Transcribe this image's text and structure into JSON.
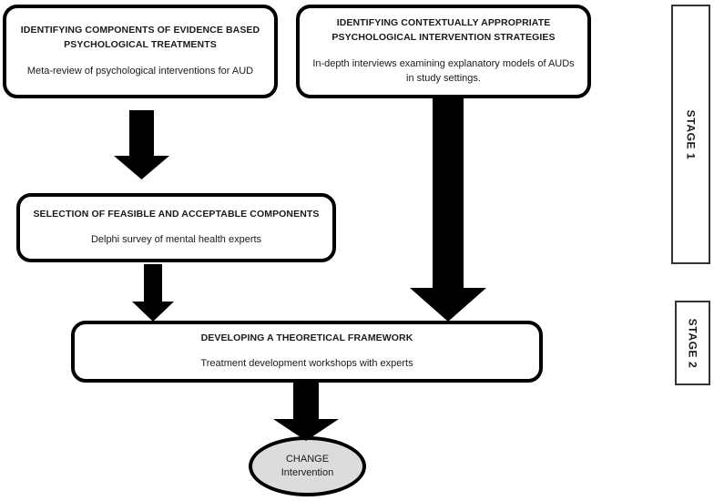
{
  "diagram": {
    "type": "flowchart",
    "title": "Intervention development flowchart",
    "nodes": [
      {
        "id": "evidence",
        "shape": "rounded-rectangle",
        "title": "IDENTIFYING COMPONENTS OF EVIDENCE BASED PSYCHOLOGICAL TREATMENTS",
        "subtitle": "Meta-review of psychological interventions for AUD"
      },
      {
        "id": "contextual",
        "shape": "rounded-rectangle",
        "title": "IDENTIFYING CONTEXTUALLY APPROPRIATE PSYCHOLOGICAL INTERVENTION STRATEGIES",
        "subtitle": "In-depth interviews examining explanatory models of AUDs in study settings."
      },
      {
        "id": "selection",
        "shape": "rounded-rectangle",
        "title": "SELECTION OF FEASIBLE AND ACCEPTABLE COMPONENTS",
        "subtitle": "Delphi survey of mental health experts"
      },
      {
        "id": "framework",
        "shape": "rounded-rectangle",
        "title": "DEVELOPING A THEORETICAL FRAMEWORK",
        "subtitle": "Treatment development workshops with experts"
      },
      {
        "id": "change",
        "shape": "ellipse",
        "line1": "CHANGE",
        "line2": "Intervention",
        "fill": "#dcdcdc"
      }
    ],
    "connectors": [
      {
        "id": "evidence-to-selection",
        "icon": "down-block-arrow-icon",
        "from": "evidence",
        "to": "selection"
      },
      {
        "id": "selection-to-framework",
        "icon": "down-block-arrow-icon",
        "from": "selection",
        "to": "framework"
      },
      {
        "id": "contextual-to-framework",
        "icon": "down-block-arrow-icon",
        "from": "contextual",
        "to": "framework"
      },
      {
        "id": "framework-to-change",
        "icon": "down-block-arrow-icon",
        "from": "framework",
        "to": "change"
      }
    ],
    "stages": [
      {
        "id": "stage-1",
        "label": "STAGE 1"
      },
      {
        "id": "stage-2",
        "label": "STAGE 2"
      }
    ],
    "colors": {
      "stroke": "#000000",
      "fill": "#ffffff",
      "oval_fill": "#dcdcdc",
      "stage_stroke": "#333333",
      "text": "#1a1a1a"
    }
  }
}
